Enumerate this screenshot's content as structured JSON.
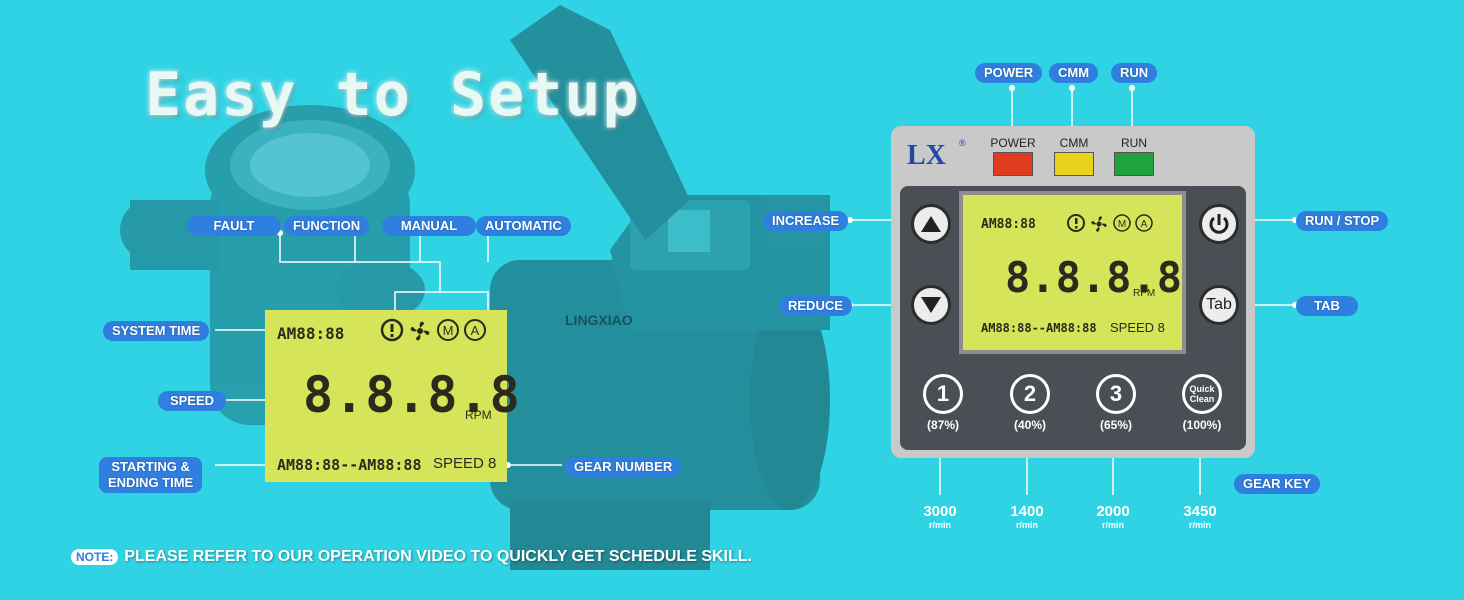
{
  "title": "Easy to Setup",
  "pump": {
    "brand_label": "LINGXIAO"
  },
  "left_lcd": {
    "time_text": "AM88:88",
    "speed_digits": "8.8.8.8",
    "rpm": "RPM",
    "range_text": "AM88:88--AM88:88",
    "gear_text": "SPEED 8"
  },
  "left_labels": {
    "fault": "FAULT",
    "function": "FUNCTION",
    "manual": "MANUAL",
    "automatic": "AUTOMATIC",
    "system_time": "SYSTEM TIME",
    "speed": "SPEED",
    "starting_line1": "STARTING &",
    "starting_line2": "ENDING TIME",
    "gear_number": "GEAR NUMBER"
  },
  "panel": {
    "logo": "LX",
    "indicators": [
      {
        "label": "POWER",
        "color": "#e03b1e"
      },
      {
        "label": "CMM",
        "color": "#e8d21c"
      },
      {
        "label": "RUN",
        "color": "#1fa33f"
      }
    ],
    "lcd": {
      "time_text": "AM88:88",
      "speed_digits": "8.8.8.8",
      "rpm": "RPM",
      "range_text": "AM88:88--AM88:88",
      "gear_text": "SPEED 8"
    },
    "tab_label": "Tab",
    "gear_keys": [
      {
        "key": "1",
        "pct": "(87%)"
      },
      {
        "key": "2",
        "pct": "(40%)"
      },
      {
        "key": "3",
        "pct": "(65%)"
      },
      {
        "key": "Quick Clean",
        "pct": "(100%)"
      }
    ]
  },
  "right_labels": {
    "power": "POWER",
    "cmm": "CMM",
    "run": "RUN",
    "increase": "INCREASE",
    "reduce": "REDUCE",
    "run_stop": "RUN / STOP",
    "tab": "TAB",
    "gear_key": "GEAR KEY"
  },
  "speeds": [
    {
      "value": "3000",
      "unit": "r/min"
    },
    {
      "value": "1400",
      "unit": "r/min"
    },
    {
      "value": "2000",
      "unit": "r/min"
    },
    {
      "value": "3450",
      "unit": "r/min"
    }
  ],
  "note": {
    "tag": "NOTE:",
    "text": "PLEASE REFER TO OUR OPERATION VIDEO TO QUICKLY GET SCHEDULE SKILL."
  }
}
